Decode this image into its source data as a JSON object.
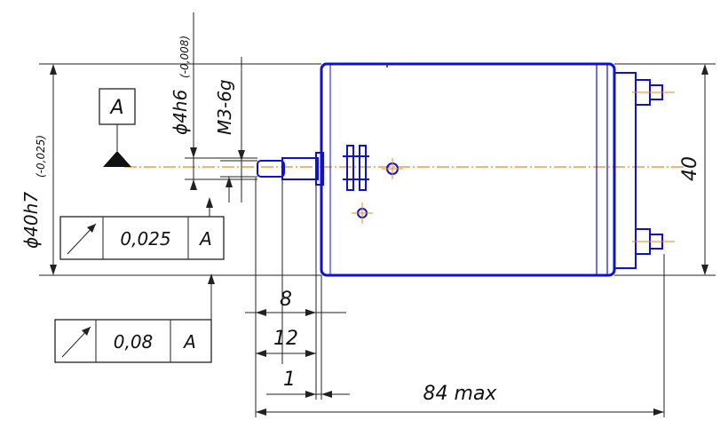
{
  "dimensions": {
    "diam_body": "ϕ40h7",
    "diam_body_tol": "(-0,025)",
    "diam_shaft": "ϕ4h6",
    "diam_shaft_tol": "(-0,008)",
    "thread": "M3-6g",
    "height": "40",
    "len_8": "8",
    "len_12": "12",
    "len_1": "1",
    "len_total": "84 max"
  },
  "datum": {
    "label": "A"
  },
  "tolerance_frames": [
    {
      "value": "0,025",
      "datum": "A"
    },
    {
      "value": "0,08",
      "datum": "A"
    }
  ],
  "colors": {
    "outline": "#1010d0",
    "centerline": "#e08a20",
    "dimension": "#222222"
  }
}
